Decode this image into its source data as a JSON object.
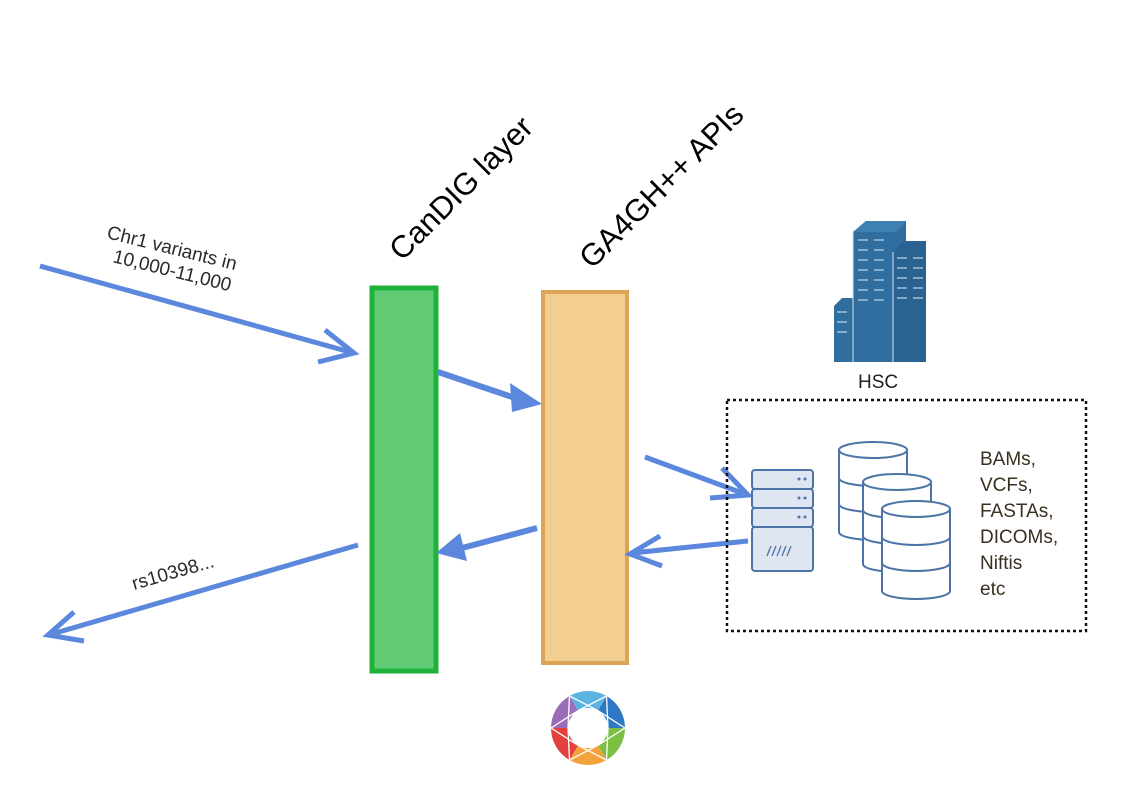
{
  "diagram": {
    "layers": [
      {
        "name": "candig",
        "label": "CanDIG layer",
        "fill": "#62c974",
        "stroke": "#1fb23a"
      },
      {
        "name": "ga4gh",
        "label": "GA4GH++ APIs",
        "fill": "#f2cf91",
        "stroke": "#dca456"
      }
    ],
    "request_label_line1": "Chr1 variants in",
    "request_label_line2": "10,000-11,000",
    "response_label": "rs10398...",
    "site": {
      "label": "HSC",
      "icon": "building-icon",
      "file_types": [
        "BAMs,",
        "VCFs,",
        "FASTAs,",
        "DICOMs,",
        "Niftis",
        "etc"
      ]
    },
    "icons": {
      "server": "server-icon",
      "databases": "database-stack-icon",
      "logo": "ga4gh-logo-icon"
    },
    "colors": {
      "arrow": "#5b87dd",
      "building": "#2f6e9f",
      "storage_stroke": "#4c74a6",
      "storage_fill": "#dfe6f2",
      "dotted_border": "#111111"
    }
  }
}
